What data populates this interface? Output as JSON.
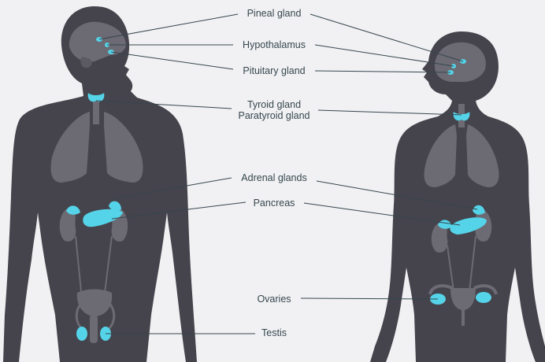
{
  "colors": {
    "background": "#f1f1f3",
    "body": "#45434b",
    "organ": "#6c6a72",
    "gland": "#55d3e8",
    "leader_line": "#36474f",
    "label_text": "#36474f"
  },
  "labels": {
    "pineal_gland": "Pineal gland",
    "hypothalamus": "Hypothalamus",
    "pituitary_gland": "Pituitary gland",
    "thyroid_gland": "Tyroid gland",
    "parathyroid_gland": "Paratyroid gland",
    "adrenal_glands": "Adrenal glands",
    "pancreas": "Pancreas",
    "ovaries": "Ovaries",
    "testis": "Testis"
  },
  "figures": {
    "left": "male-silhouette",
    "right": "female-silhouette"
  }
}
